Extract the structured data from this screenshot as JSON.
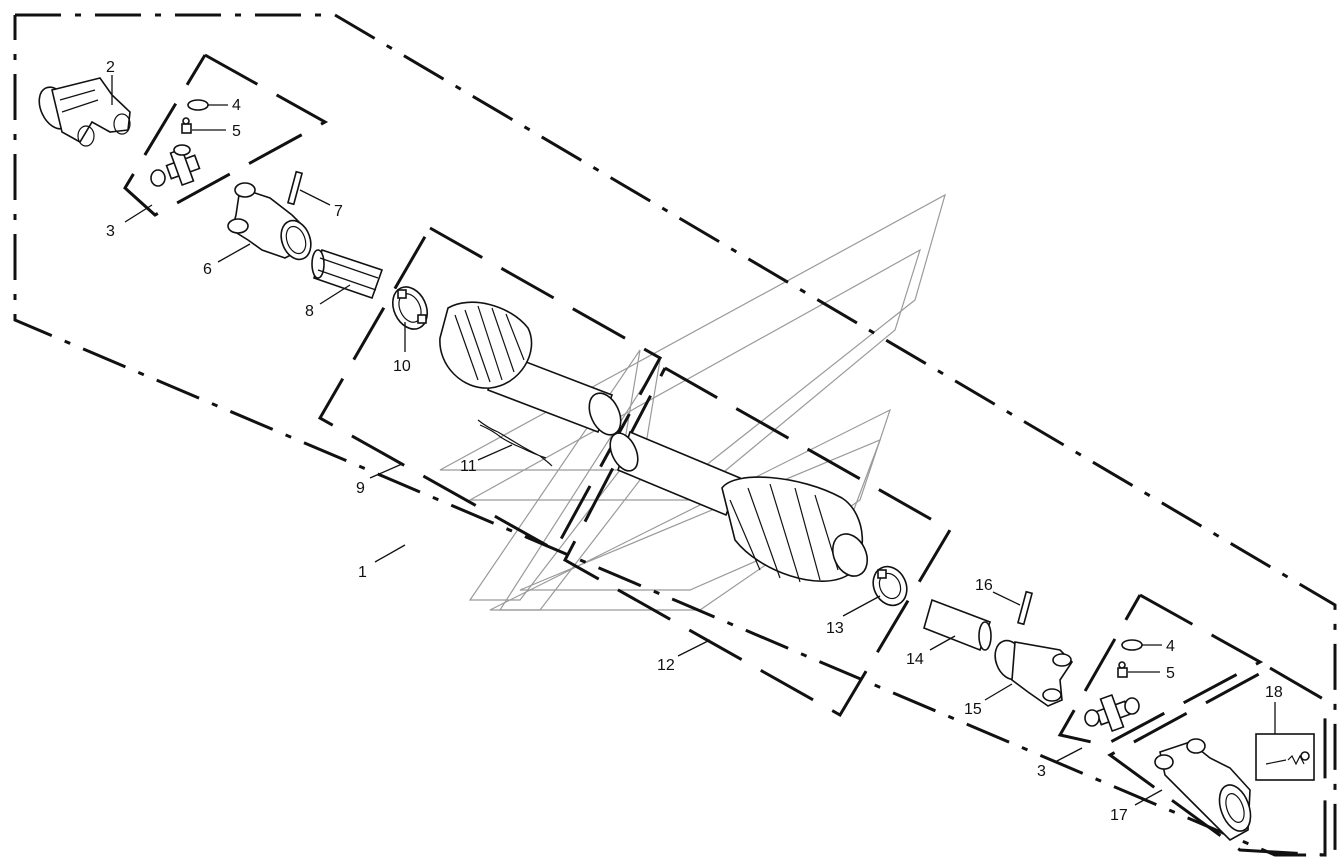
{
  "callouts": {
    "c1": "1",
    "c2": "2",
    "c3a": "3",
    "c3b": "3",
    "c4a": "4",
    "c4b": "4",
    "c5a": "5",
    "c5b": "5",
    "c6": "6",
    "c7": "7",
    "c8": "8",
    "c9": "9",
    "c10": "10",
    "c11": "11",
    "c12": "12",
    "c13": "13",
    "c14": "14",
    "c15": "15",
    "c16": "16",
    "c17": "17",
    "c18": "18"
  },
  "colors": {
    "line": "#111111",
    "watermark": "#9a9a9a",
    "background": "#ffffff"
  }
}
